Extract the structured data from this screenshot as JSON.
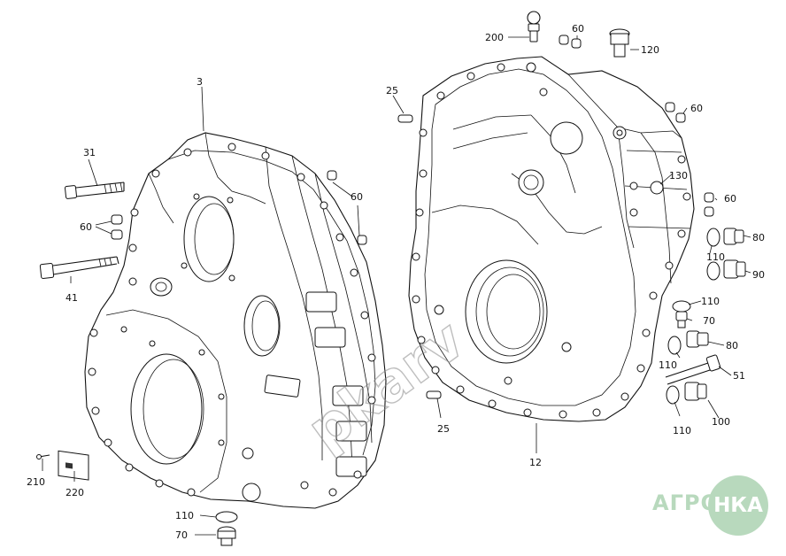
{
  "watermark": "pkarv",
  "logo": {
    "left": "АГРО",
    "right": "НКА",
    "color": "#b8d9bd"
  },
  "labels": {
    "l3": "3",
    "l31": "31",
    "l60a": "60",
    "l41": "41",
    "l60b": "60",
    "l25a": "25",
    "l200": "200",
    "l60c": "60",
    "l120": "120",
    "l60d": "60",
    "l130": "130",
    "l60e": "60",
    "l80a": "80",
    "l110a": "110",
    "l90": "90",
    "l110b": "110",
    "l70a": "70",
    "l80b": "80",
    "l110c": "110",
    "l51": "51",
    "l110d": "110",
    "l100": "100",
    "l25b": "25",
    "l12": "12",
    "l210": "210",
    "l220": "220",
    "l110e": "110",
    "l70b": "70"
  }
}
